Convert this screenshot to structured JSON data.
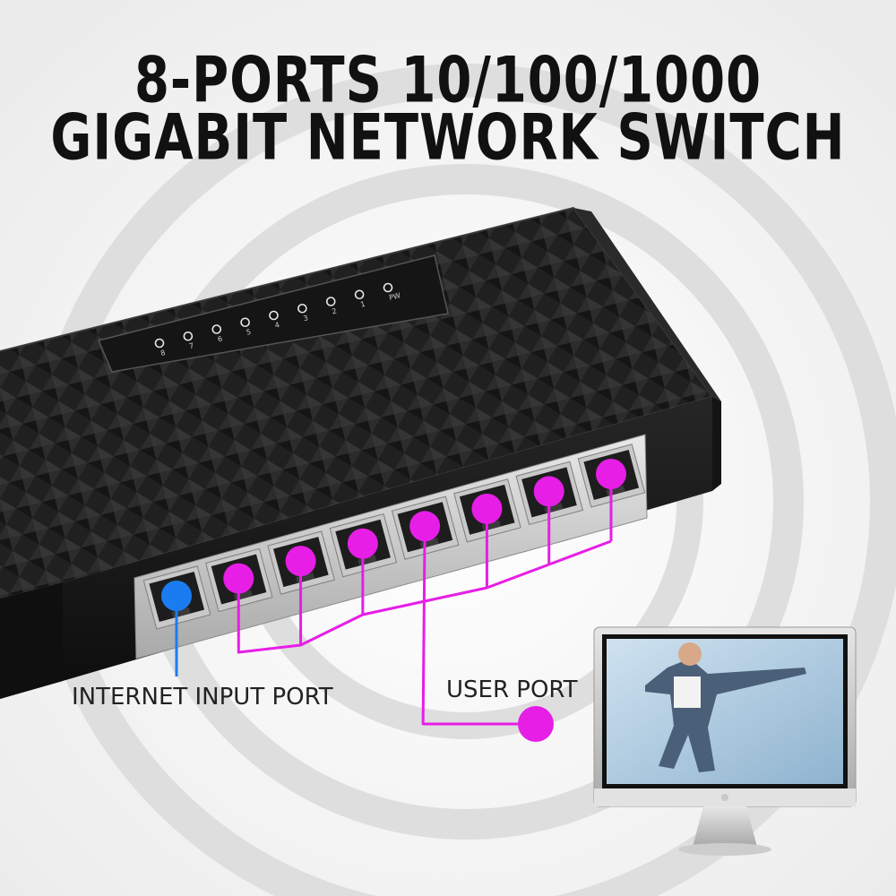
{
  "headline": {
    "line1": "8-PORTS 10/100/1000",
    "line2": "GIGABIT NETWORK SWITCH"
  },
  "labels": {
    "internet_port": "INTERNET INPUT PORT",
    "user_port": "USER PORT"
  },
  "led_panel": {
    "leds": [
      "8",
      "7",
      "6",
      "5",
      "4",
      "3",
      "2",
      "1",
      "PW"
    ]
  },
  "colors": {
    "internet_port": "#1a7cf0",
    "user_port": "#e61ee6",
    "switch_body": "#1c1c1c",
    "background": "#f3f3f3"
  },
  "icons": {
    "device": "network-switch",
    "computer": "desktop-monitor"
  }
}
